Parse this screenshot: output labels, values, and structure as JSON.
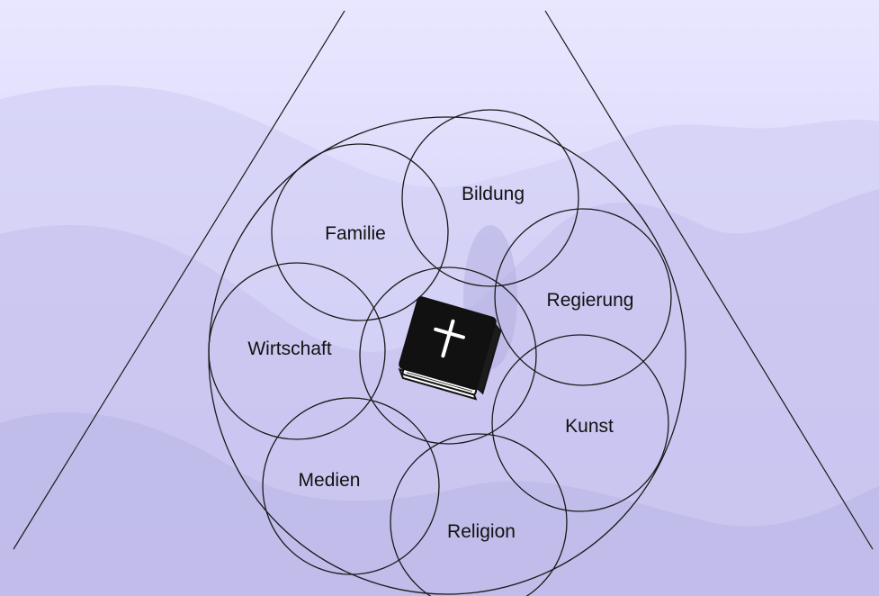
{
  "diagram": {
    "center_icon": "bible-with-cross-icon",
    "spheres": {
      "bildung": "Bildung",
      "familie": "Familie",
      "regierung": "Regierung",
      "wirtschaft": "Wirtschaft",
      "kunst": "Kunst",
      "medien": "Medien",
      "religion": "Religion"
    }
  },
  "colors": {
    "background_light": "#e6e4ff",
    "background_mid": "#c9c6ef",
    "mountain_tint": "#b3aee0",
    "line": "#1a1a1a",
    "book_cover": "#111111",
    "book_pages": "#ffffff"
  }
}
